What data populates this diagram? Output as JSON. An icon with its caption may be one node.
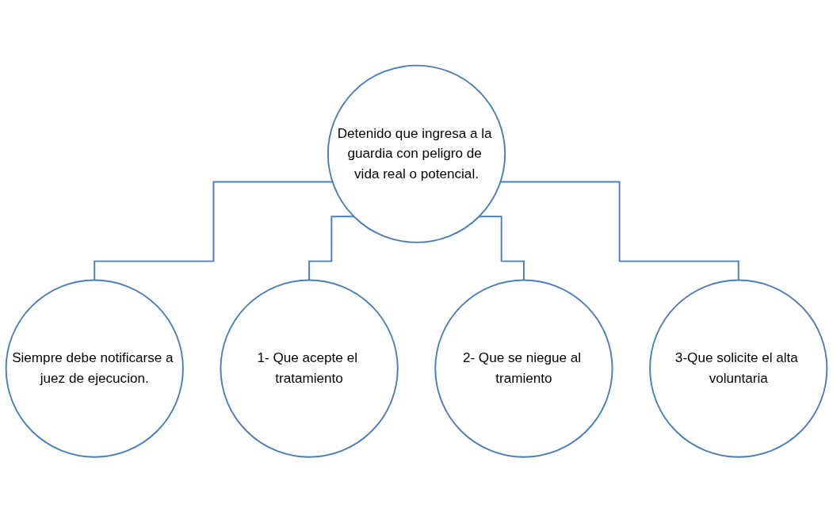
{
  "diagram": {
    "nodes": [
      {
        "text": [
          "Detenido que ingresa a la guardia con peligro de vida real o potencial."
        ]
      },
      {
        "text": [
          "Siempre debe notificarse a juez de ejecucion."
        ]
      },
      {
        "text": [
          "1- Que acepte el tratamiento"
        ]
      },
      {
        "text": [
          "2- Que se niegue al tramiento"
        ]
      },
      {
        "text": [
          "3-Que solicite el alta voluntaria"
        ]
      }
    ],
    "edges": [
      {
        "from": 0,
        "to": 1,
        "arrow": "none"
      },
      {
        "from": 0,
        "to": 2,
        "arrow": "none"
      },
      {
        "from": 0,
        "to": 3,
        "arrow": "none"
      },
      {
        "from": 0,
        "to": 4,
        "arrow": "none"
      }
    ]
  }
}
